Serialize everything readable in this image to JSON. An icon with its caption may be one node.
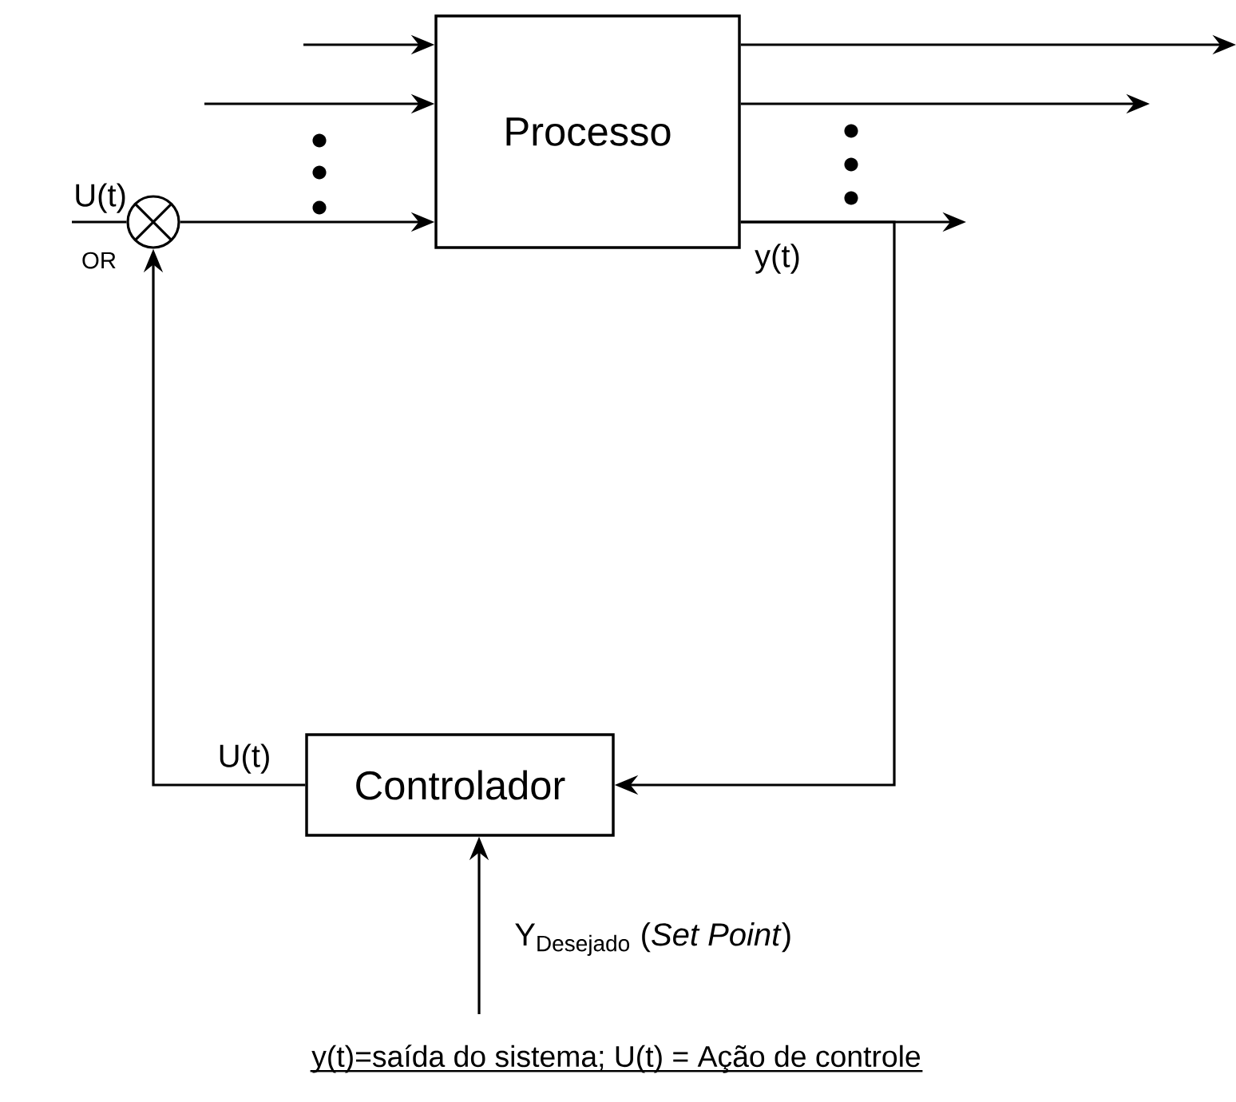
{
  "diagram": {
    "caption": "y(t)=saída do sistema; U(t) = Ação de controle",
    "nodes": [
      {
        "text": [
          "Processo"
        ]
      },
      {
        "text": [
          "Controlador"
        ]
      },
      {
        "text": [],
        "shape": "circle",
        "beside": [
          "OR"
        ]
      }
    ],
    "edges": [
      {
        "from": null,
        "to": 0,
        "arrow": "to"
      },
      {
        "from": null,
        "to": 0,
        "arrow": "to"
      },
      {
        "from": 2,
        "to": 0,
        "arrow": "to"
      },
      {
        "from": 0,
        "to": null,
        "arrow": "to"
      },
      {
        "from": 0,
        "to": null,
        "arrow": "to"
      },
      {
        "from": 0,
        "to": null,
        "arrow": "to",
        "label": "y(t)"
      },
      {
        "from": 0,
        "to": 1,
        "arrow": "to"
      },
      {
        "from": 1,
        "to": 2,
        "arrow": "to",
        "label": "U(t)"
      },
      {
        "from": null,
        "to": 1,
        "arrow": "to",
        "label": "Y$_{Desejado}$  (*Set Point*)"
      },
      {
        "from": null,
        "to": 2,
        "arrow": "none",
        "label": "U(t)"
      }
    ]
  }
}
